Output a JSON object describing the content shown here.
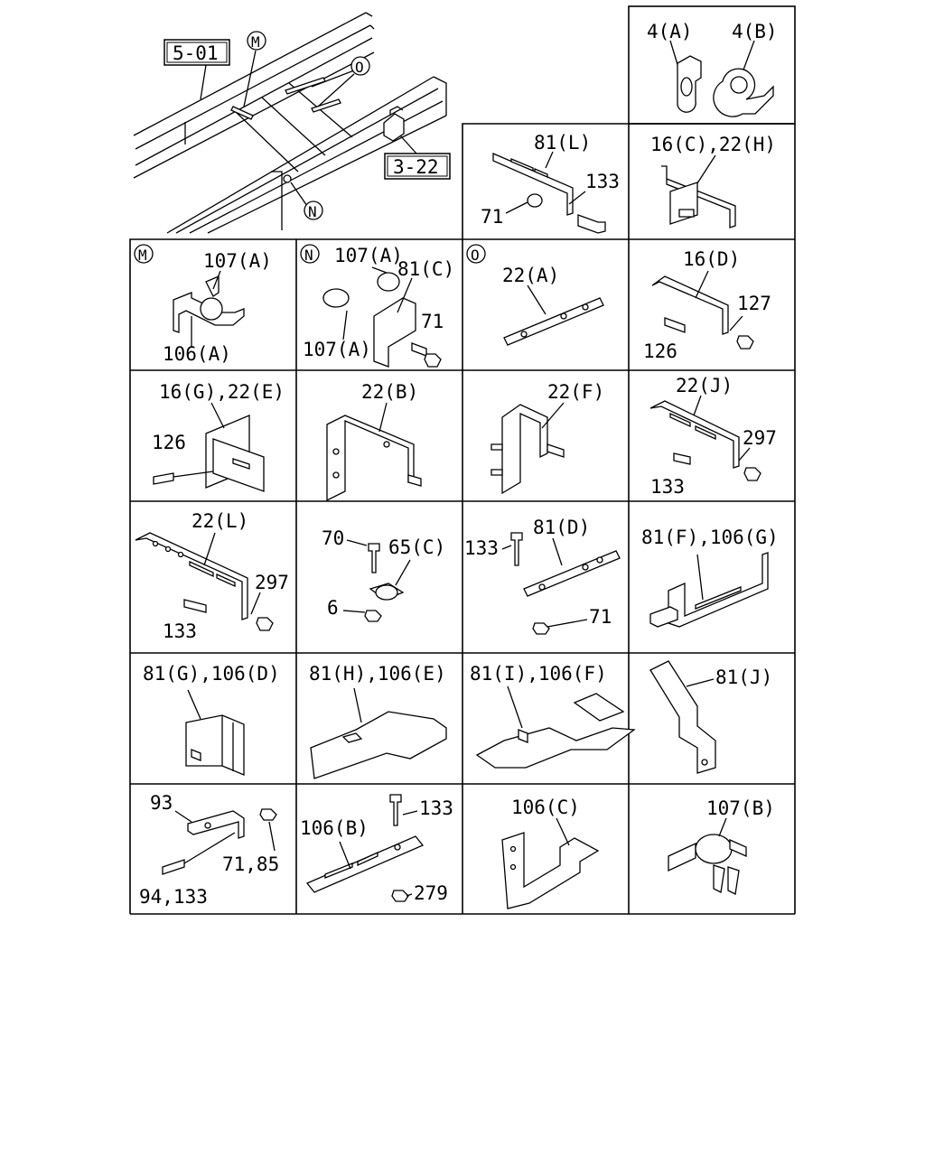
{
  "overview": {
    "ref_frame": "5-01",
    "ref_bracket": "3-22",
    "marker_m": "M",
    "marker_n": "N",
    "marker_o": "O"
  },
  "cells": {
    "c_4": {
      "a": "4(A)",
      "b": "4(B)"
    },
    "c_81L": {
      "part": "81(L)",
      "bolt": "133",
      "washer": "71"
    },
    "c_16C": {
      "part": "16(C),22(H)"
    },
    "c_M": {
      "marker": "M",
      "clip": "107(A)",
      "bracket": "106(A)"
    },
    "c_N": {
      "marker": "N",
      "clip_top": "107(A)",
      "bracket": "81(C)",
      "nut": "71",
      "clip_left": "107(A)"
    },
    "c_O": {
      "marker": "O",
      "part": "22(A)"
    },
    "c_16D": {
      "part": "16(D)",
      "nut": "127",
      "bolt": "126"
    },
    "c_16G": {
      "part": "16(G),22(E)",
      "bolt": "126"
    },
    "c_22B": {
      "part": "22(B)"
    },
    "c_22F": {
      "part": "22(F)"
    },
    "c_22J": {
      "part": "22(J)",
      "nut": "297",
      "bolt": "133"
    },
    "c_22L": {
      "part": "22(L)",
      "nut": "297",
      "bolt": "133"
    },
    "c_65C": {
      "bolt": "70",
      "clip": "65(C)",
      "nut": "6"
    },
    "c_81D": {
      "bolt": "133",
      "part": "81(D)",
      "nut": "71"
    },
    "c_81F": {
      "part": "81(F),106(G)"
    },
    "c_81G": {
      "part": "81(G),106(D)"
    },
    "c_81H": {
      "part": "81(H),106(E)"
    },
    "c_81I": {
      "part": "81(I),106(F)"
    },
    "c_81J": {
      "part": "81(J)"
    },
    "c_93": {
      "part": "93",
      "nut": "71,85",
      "bolt": "94,133"
    },
    "c_106B": {
      "part": "106(B)",
      "bolt": "133",
      "nut": "279"
    },
    "c_106C": {
      "part": "106(C)"
    },
    "c_107B": {
      "part": "107(B)"
    }
  }
}
